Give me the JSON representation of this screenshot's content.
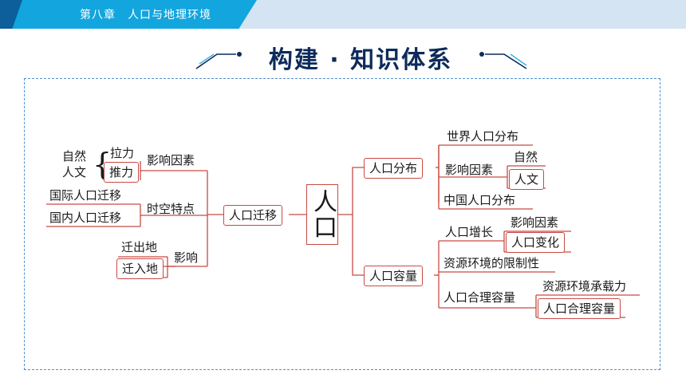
{
  "header": {
    "chapter": "第八章　人口与地理环境"
  },
  "title": "构建 · 知识体系",
  "diagram": {
    "center": "人口",
    "left": {
      "migration": "人口迁移",
      "factors": {
        "label": "影响因素",
        "nature": "自然",
        "culture": "人文",
        "pull": "拉力",
        "push": "推力"
      },
      "spacetime": {
        "label": "时空特点",
        "intl": "国际人口迁移",
        "domestic": "国内人口迁移"
      },
      "impact": {
        "label": "影响",
        "out": "迁出地",
        "in": "迁入地"
      }
    },
    "right": {
      "distribution": {
        "label": "人口分布",
        "world": "世界人口分布",
        "factors": "影响因素",
        "nature": "自然",
        "culture": "人文",
        "china": "中国人口分布"
      },
      "capacity": {
        "label": "人口容量",
        "growth": "人口增长",
        "growth_factors": "影响因素",
        "change": "人口变化",
        "limits": "资源环境的限制性",
        "reasonable": "人口合理容量",
        "carrying": "资源环境承载力",
        "reasonable_sub": "人口合理容量"
      }
    }
  }
}
